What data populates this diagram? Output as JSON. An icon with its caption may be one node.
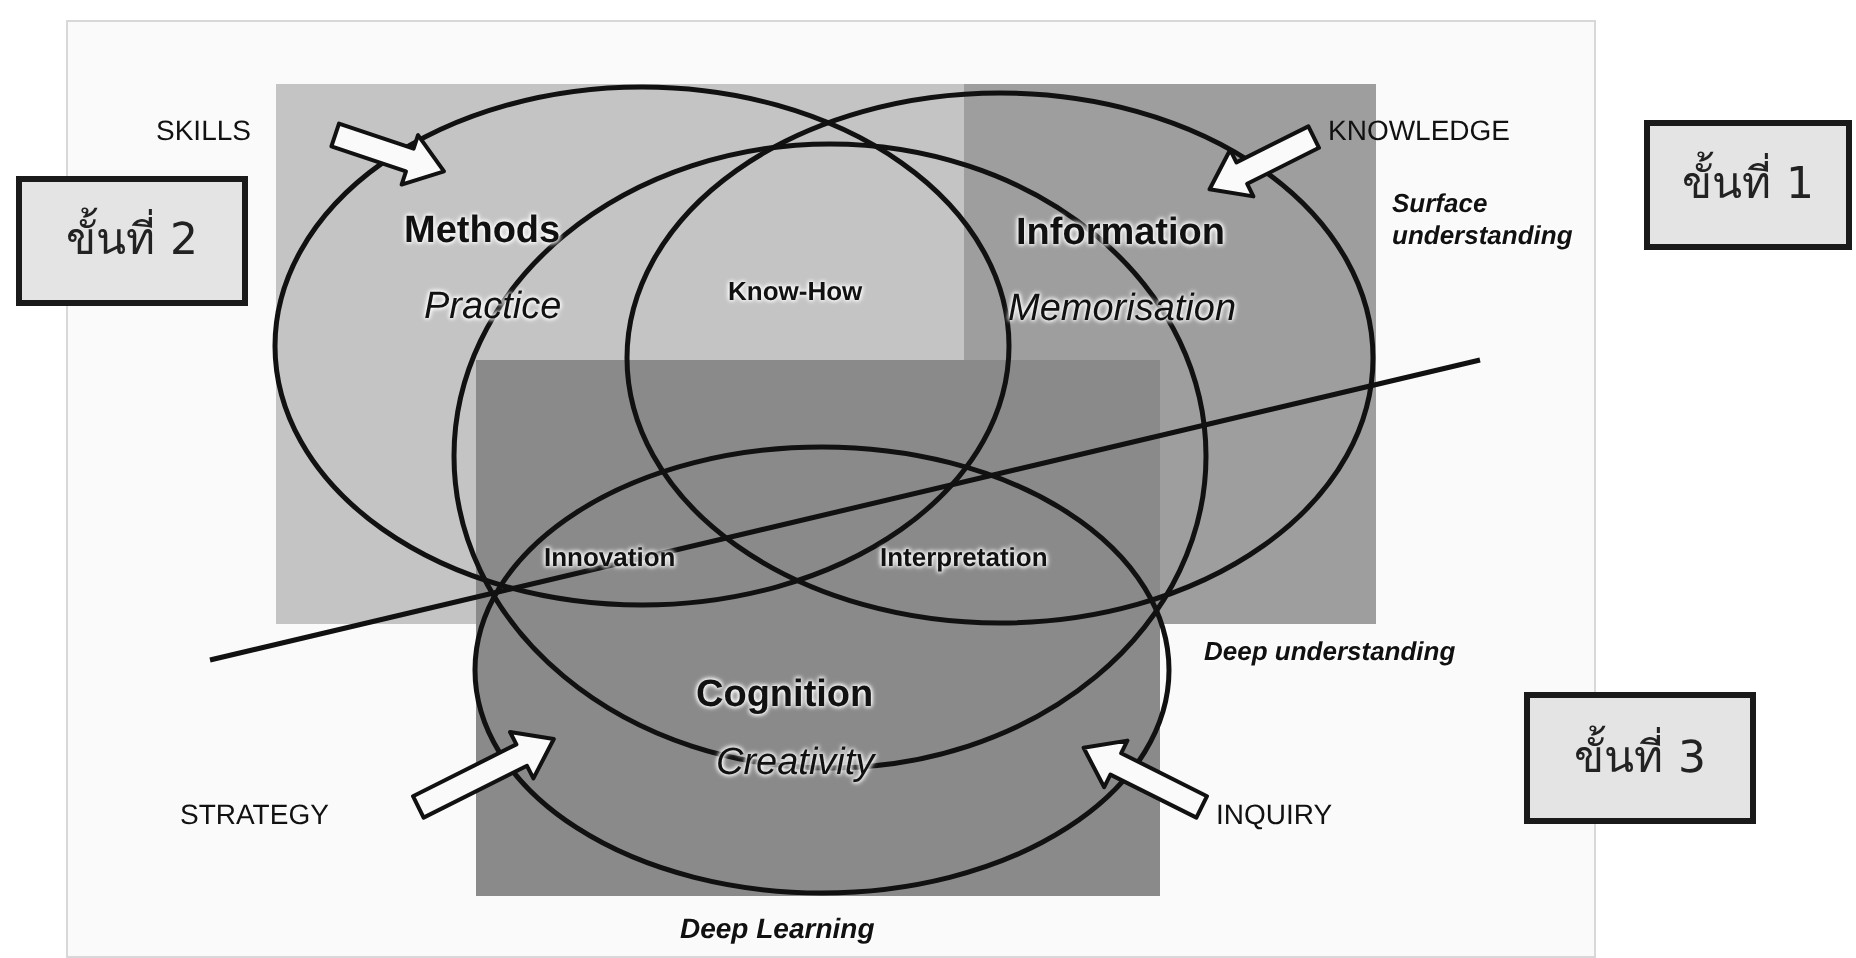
{
  "diagram": {
    "nodes": [
      {
        "text": [
          "ขั้นที่ 2"
        ]
      },
      {
        "text": [
          "ขั้นที่ 1"
        ]
      },
      {
        "text": [
          "ขั้นที่ 3"
        ]
      },
      {
        "text": [
          "SKILLS"
        ]
      },
      {
        "text": [
          "KNOWLEDGE"
        ]
      },
      {
        "text": [
          "STRATEGY"
        ]
      },
      {
        "text": [
          "INQUIRY"
        ]
      },
      {
        "text": [
          "Methods",
          "Practice"
        ]
      },
      {
        "text": [
          "Information",
          "Memorisation"
        ]
      },
      {
        "text": [
          "Cognition",
          "Creativity"
        ],
        "beside": [
          "Deep Learning"
        ]
      }
    ],
    "edges": [
      {
        "from": 3,
        "to": 7,
        "arrow": "to"
      },
      {
        "from": 4,
        "to": 8,
        "arrow": "to"
      },
      {
        "from": 5,
        "to": 9,
        "arrow": "to"
      },
      {
        "from": 6,
        "to": 9,
        "arrow": "to"
      }
    ],
    "labels": [
      "Know-How",
      "Innovation",
      "Interpretation",
      "Surface understanding",
      "Deep understanding"
    ]
  }
}
